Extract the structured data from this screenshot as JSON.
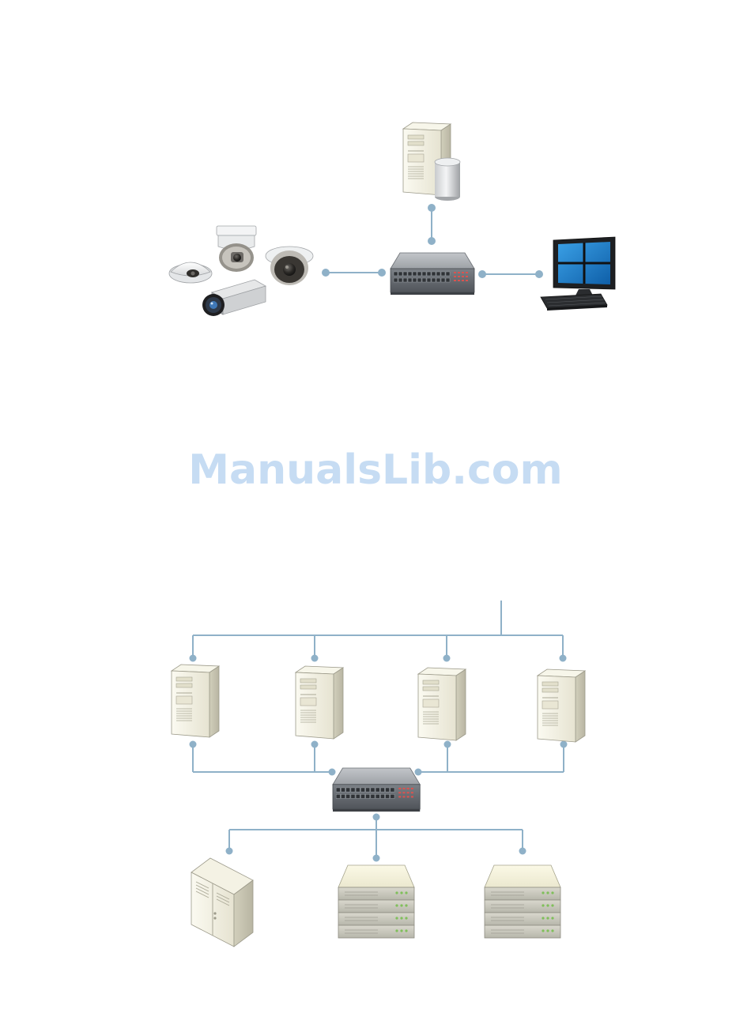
{
  "watermark": {
    "text": "ManualsLib.com"
  },
  "colors": {
    "connector": "#8fb1c8",
    "tower_light": "#f2f0e2",
    "tower_shade": "#c9c6b3",
    "switch_top": "#a9adb2",
    "switch_front": "#6c7177",
    "port_green": "#6cbf4f",
    "port_red": "#d9534f",
    "screen_blue": "#1a7fc9",
    "watermark": "#c6dcf3"
  },
  "diagrams": [
    {
      "name": "basic-system",
      "nodes": [
        "camera-group-icon",
        "recording-server-with-storage-icon",
        "network-switch-icon",
        "client-workstation-icon"
      ]
    },
    {
      "name": "distributed-system",
      "nodes": [
        "server-tower-icon",
        "server-tower-icon",
        "server-tower-icon",
        "server-tower-icon",
        "network-switch-icon",
        "storage-cabinet-icon",
        "rack-storage-stack-icon",
        "rack-storage-stack-icon"
      ]
    }
  ]
}
